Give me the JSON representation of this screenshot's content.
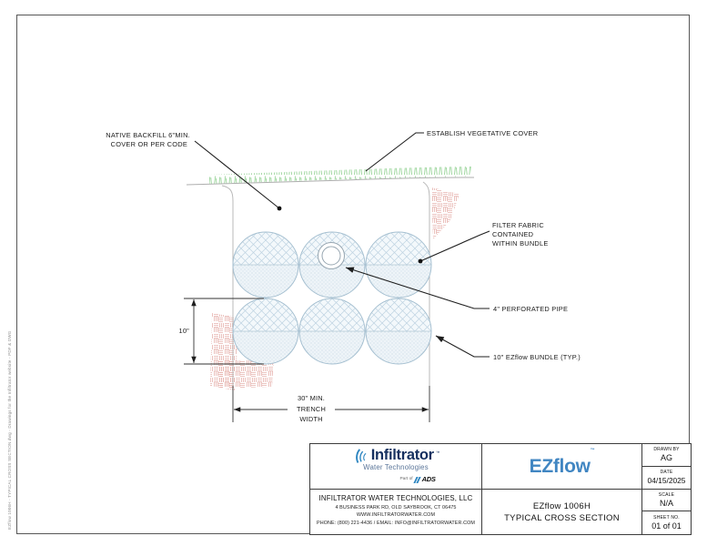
{
  "side_text": "EZflow 1006H - TYPICAL CROSS SECTION.dwg - Drawings for the Infiltrator website - PDF & DWG",
  "diagram": {
    "labels": {
      "native_backfill_1": "NATIVE BACKFILL 6\"MIN.",
      "native_backfill_2": "COVER OR PER CODE",
      "vegetative_cover": "ESTABLISH VEGETATIVE COVER",
      "filter_fabric_1": "FILTER FABRIC",
      "filter_fabric_2": "CONTAINED",
      "filter_fabric_3": "WITHIN BUNDLE",
      "perforated_pipe": "4\" PERFORATED PIPE",
      "bundle": "10\" EZflow BUNDLE (TYP.)",
      "dim_height": "10\"",
      "dim_width_1": "30\" MIN.",
      "dim_width_2": "TRENCH",
      "dim_width_3": "WIDTH"
    },
    "colors": {
      "grass_green": "#8ecf8e",
      "soil_hatch_red": "#d98880",
      "trench_line_gray": "#b5b5b5",
      "bundle_fill_blue": "#eef4f8",
      "leader_black": "#1f1f1f"
    }
  },
  "title_block": {
    "infiltrator_logo": {
      "brand": "Infiltrator",
      "tm": "™",
      "subtitle": "Water Technologies",
      "part_of": "Part of",
      "ads": "ADS"
    },
    "ezflow_logo": {
      "text": "EZflow",
      "tm": "™"
    },
    "company": {
      "name": "INFILTRATOR WATER TECHNOLOGIES, LLC",
      "address": "4 BUSINESS PARK RD, OLD SAYBROOK, CT 06475",
      "website": "WWW.INFILTRATORWATER.COM",
      "contact": "PHONE: (800) 221-4436 / EMAIL: INFO@INFILTRATORWATER.COM"
    },
    "drawing": {
      "model": "EZflow 1006H",
      "title": "TYPICAL CROSS SECTION"
    },
    "meta": [
      {
        "label": "DRAWN BY",
        "value": "AG"
      },
      {
        "label": "DATE",
        "value": "04/15/2025"
      },
      {
        "label": "SCALE",
        "value": "N/A"
      },
      {
        "label": "SHEET NO.",
        "value": "01 of 01"
      }
    ]
  }
}
